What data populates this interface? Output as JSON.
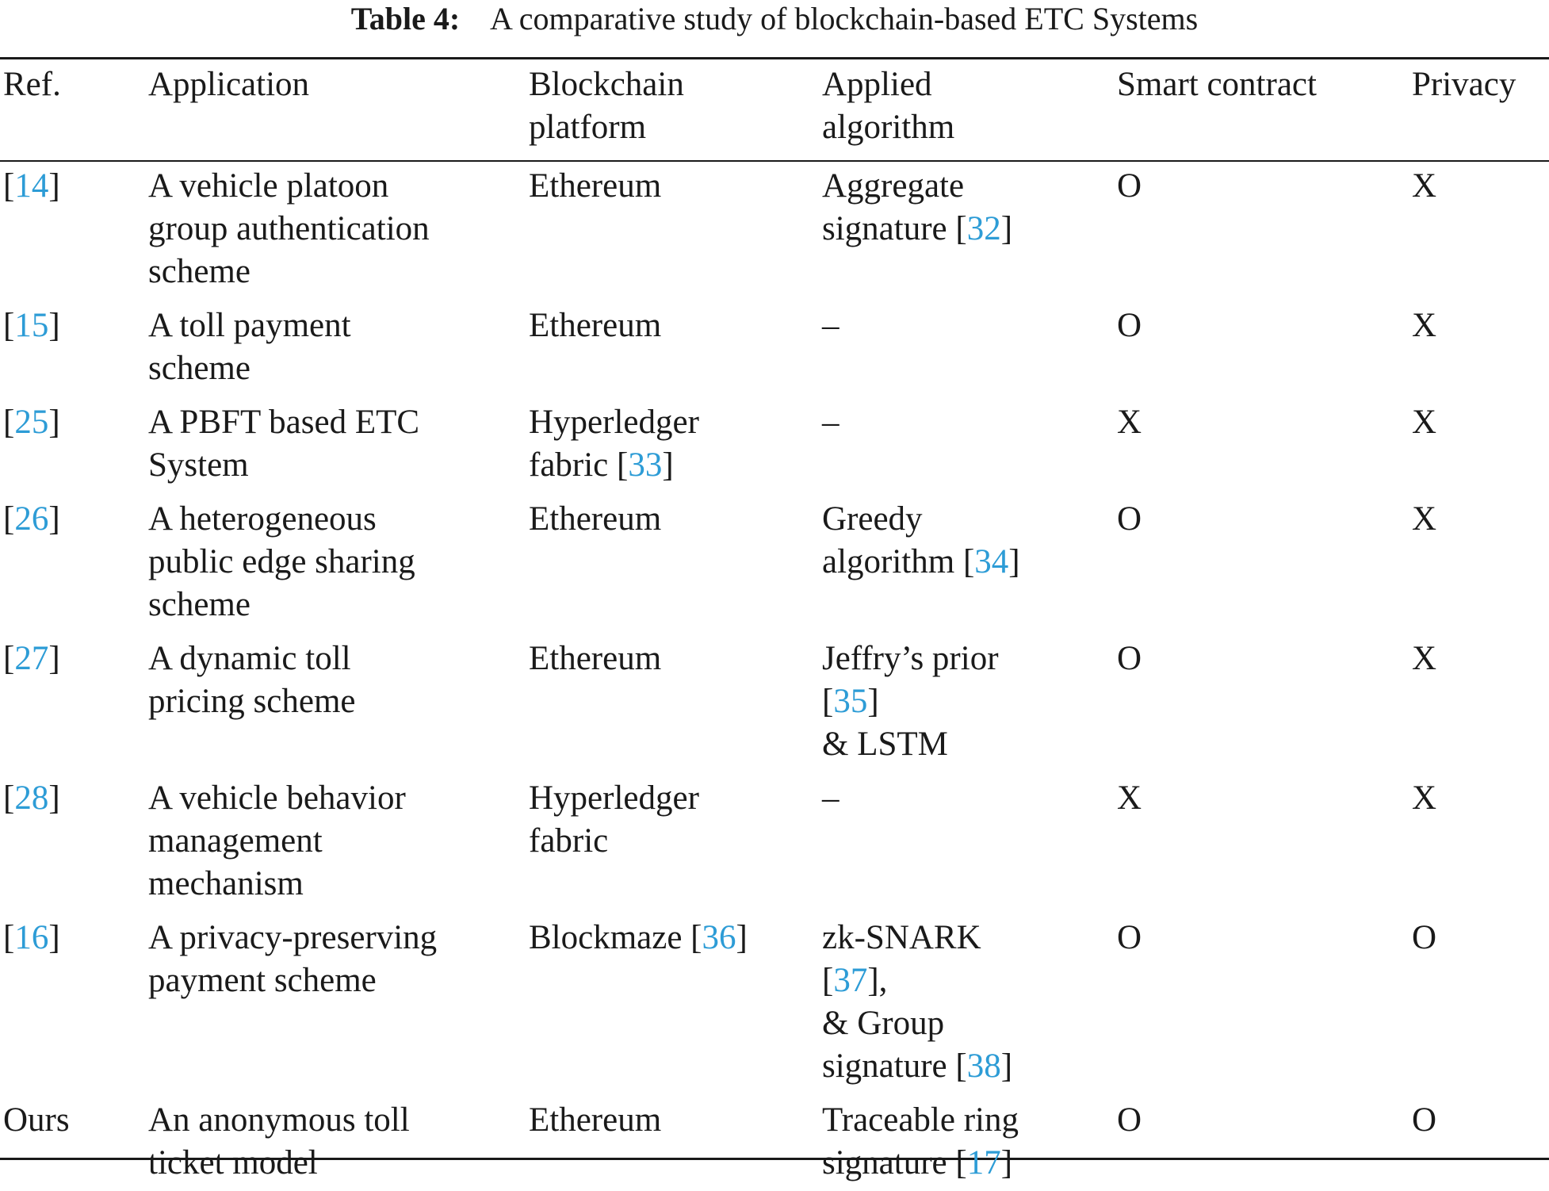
{
  "caption": {
    "label": "Table 4:",
    "text": "A comparative study of blockchain-based ETC Systems"
  },
  "headers": {
    "ref": "Ref.",
    "application": "Application",
    "blockchain": [
      "Blockchain",
      "platform"
    ],
    "algorithm": [
      "Applied",
      "algorithm"
    ],
    "smart_contract": "Smart contract",
    "privacy": "Privacy"
  },
  "rows": [
    {
      "ref": {
        "open": "[",
        "cite": "14",
        "close": "]"
      },
      "application": [
        "A vehicle platoon",
        "group authentication",
        "scheme"
      ],
      "blockchain": [
        {
          "text": "Ethereum"
        }
      ],
      "algorithm": [
        {
          "text": "Aggregate"
        },
        {
          "text": "signature [",
          "cite": "32",
          "after": "]"
        }
      ],
      "smart_contract": "O",
      "privacy": "X"
    },
    {
      "ref": {
        "open": "[",
        "cite": "15",
        "close": "]"
      },
      "application": [
        "A toll payment",
        "scheme"
      ],
      "blockchain": [
        {
          "text": "Ethereum"
        }
      ],
      "algorithm": [
        {
          "text": "–"
        }
      ],
      "smart_contract": "O",
      "privacy": "X"
    },
    {
      "ref": {
        "open": "[",
        "cite": "25",
        "close": "]"
      },
      "application": [
        "A PBFT based ETC",
        "System"
      ],
      "blockchain": [
        {
          "text": "Hyperledger"
        },
        {
          "text": "fabric [",
          "cite": "33",
          "after": "]"
        }
      ],
      "algorithm": [
        {
          "text": "–"
        }
      ],
      "smart_contract": "X",
      "privacy": "X"
    },
    {
      "ref": {
        "open": "[",
        "cite": "26",
        "close": "]"
      },
      "application": [
        "A heterogeneous",
        "public edge sharing",
        "scheme"
      ],
      "blockchain": [
        {
          "text": "Ethereum"
        }
      ],
      "algorithm": [
        {
          "text": "Greedy"
        },
        {
          "text": "algorithm [",
          "cite": "34",
          "after": "]"
        }
      ],
      "smart_contract": "O",
      "privacy": "X"
    },
    {
      "ref": {
        "open": "[",
        "cite": "27",
        "close": "]"
      },
      "application": [
        "A dynamic toll",
        "pricing scheme"
      ],
      "blockchain": [
        {
          "text": "Ethereum"
        }
      ],
      "algorithm": [
        {
          "text": "Jeffry’s prior"
        },
        {
          "text": "[",
          "cite": "35",
          "after": "]"
        },
        {
          "text": "& LSTM"
        }
      ],
      "smart_contract": "O",
      "privacy": "X"
    },
    {
      "ref": {
        "open": "[",
        "cite": "28",
        "close": "]"
      },
      "application": [
        "A vehicle behavior",
        "management",
        "mechanism"
      ],
      "blockchain": [
        {
          "text": "Hyperledger"
        },
        {
          "text": "fabric"
        }
      ],
      "algorithm": [
        {
          "text": "–"
        }
      ],
      "smart_contract": "X",
      "privacy": "X"
    },
    {
      "ref": {
        "open": "[",
        "cite": "16",
        "close": "]"
      },
      "application": [
        "A privacy-preserving",
        "payment scheme"
      ],
      "blockchain": [
        {
          "text": "Blockmaze [",
          "cite": "36",
          "after": "]"
        }
      ],
      "algorithm": [
        {
          "text": "zk-SNARK"
        },
        {
          "text": "[",
          "cite": "37",
          "after": "],"
        },
        {
          "text": "& Group"
        },
        {
          "text": "signature [",
          "cite": "38",
          "after": "]"
        }
      ],
      "smart_contract": "O",
      "privacy": "O"
    },
    {
      "ref": {
        "text": "Ours"
      },
      "application": [
        "An anonymous toll",
        "ticket model"
      ],
      "blockchain": [
        {
          "text": "Ethereum"
        }
      ],
      "algorithm": [
        {
          "text": "Traceable ring"
        },
        {
          "text": "signature [",
          "cite": "17",
          "after": "]"
        }
      ],
      "smart_contract": "O",
      "privacy": "O"
    }
  ]
}
